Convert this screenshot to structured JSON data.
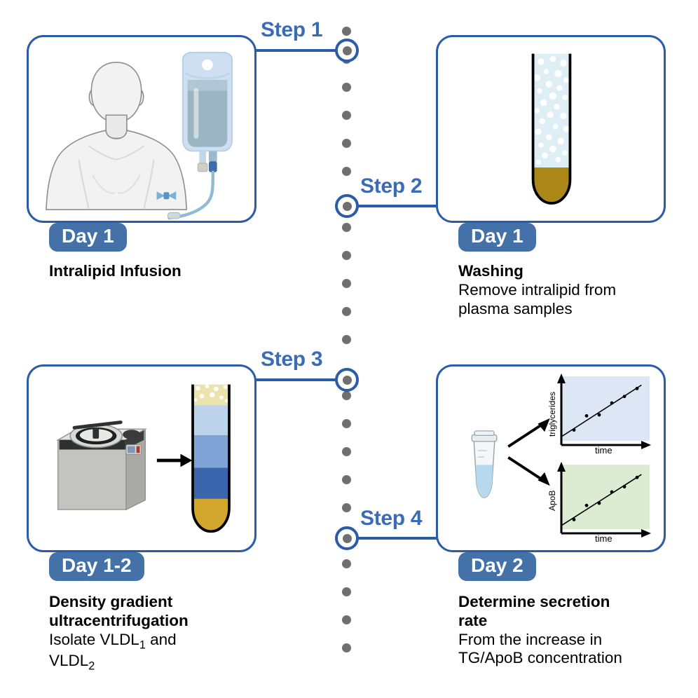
{
  "figure": {
    "title": "Intralipid infusion study workflow",
    "accent_blue": "#2a5ca8",
    "label_blue": "#3a6cb5",
    "badge_blue": "#4472a8",
    "timeline_dot_gray": "#6f6f6f"
  },
  "steps": [
    {
      "step_label": "Step 1",
      "day_badge": "Day 1",
      "caption_bold": "Intralipid Infusion",
      "caption_rest": "",
      "icons": [
        "patient-torso-icon",
        "iv-bag-icon",
        "iv-catheter-icon"
      ]
    },
    {
      "step_label": "Step 2",
      "day_badge": "Day 1",
      "caption_bold": "Washing",
      "caption_rest": "Remove intralipid from plasma samples",
      "icons": [
        "test-tube-icon"
      ]
    },
    {
      "step_label": "Step 3",
      "day_badge": "Day 1-2",
      "caption_bold": "Density gradient ultracentrifugation",
      "caption_rest": "Isolate VLDL1 and VLDL2",
      "icons": [
        "ultracentrifuge-icon",
        "arrow-right-icon",
        "density-gradient-tube-icon"
      ]
    },
    {
      "step_label": "Step 4",
      "day_badge": "Day 2",
      "caption_bold": "Determine secretion rate",
      "caption_rest": "From the increase in TG/ApoB concentration",
      "icons": [
        "microcentrifuge-tube-icon",
        "arrow-up-right-icon",
        "arrow-down-right-icon"
      ]
    }
  ],
  "captions": {
    "step1_line1": "Intralipid Infusion",
    "step2_line1": "Washing",
    "step2_line2": "Remove intralipid from",
    "step2_line3": "plasma samples",
    "step3_line1": "Density gradient",
    "step3_line2": "ultracentrifugation",
    "step3_line3a": "Isolate VLDL",
    "step3_line3b": "1",
    "step3_line3c": " and",
    "step3_line4a": "VLDL",
    "step3_line4b": "2",
    "step4_line1": "Determine secretion",
    "step4_line2": "rate",
    "step4_line3": "From the increase in",
    "step4_line4": "TG/ApoB concentration"
  },
  "chart_data": [
    {
      "type": "scatter",
      "title": "",
      "xlabel": "time",
      "ylabel": "triglycerides",
      "x": [
        0,
        1,
        2,
        3,
        4,
        5,
        6
      ],
      "y": [
        0.1,
        0.26,
        0.42,
        0.5,
        0.63,
        0.78,
        0.86
      ],
      "trendline": true,
      "background": "#dde6f5",
      "grid": false,
      "legend": "none",
      "xlim": [
        0,
        7
      ],
      "ylim": [
        0,
        1
      ]
    },
    {
      "type": "scatter",
      "title": "",
      "xlabel": "time",
      "ylabel": "ApoB",
      "x": [
        0,
        1,
        2,
        3,
        4,
        5,
        6
      ],
      "y": [
        0.1,
        0.24,
        0.4,
        0.5,
        0.62,
        0.75,
        0.85
      ],
      "trendline": true,
      "background": "#dcecd2",
      "grid": false,
      "legend": "none",
      "xlim": [
        0,
        7
      ],
      "ylim": [
        0,
        1
      ]
    }
  ]
}
